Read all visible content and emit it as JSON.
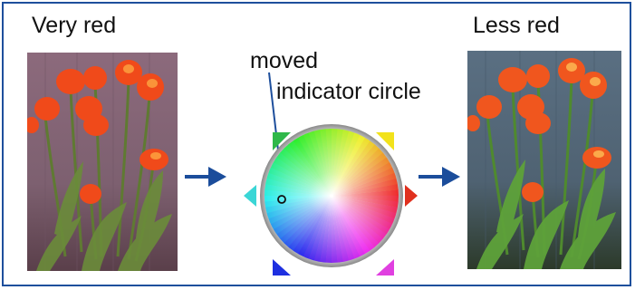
{
  "labels": {
    "before": "Very red",
    "after": "Less red",
    "callout_line1": "moved",
    "callout_line2": "indicator circle"
  },
  "colors": {
    "frame": "#1e4f9c",
    "arrow": "#1b4d9b",
    "indicator_pointer": "#1e4f9c"
  },
  "icons": {
    "before_image": "tulips-photo-red-cast",
    "after_image": "tulips-photo-corrected",
    "wheel": "color-wheel",
    "flow_arrow": "arrow-right-icon"
  }
}
